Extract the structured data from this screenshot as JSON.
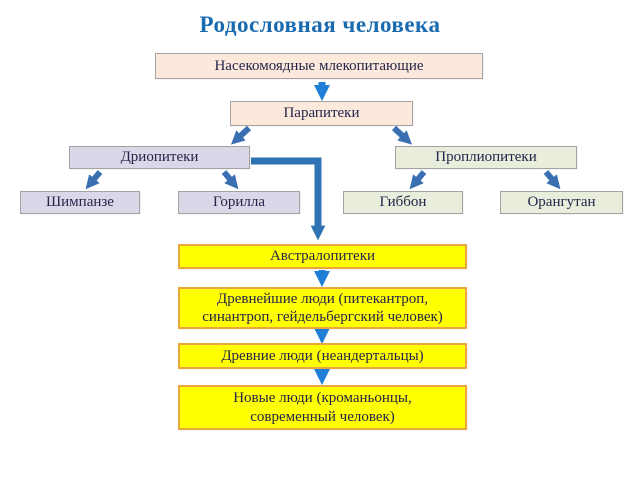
{
  "title": "Родословная человека",
  "colors": {
    "title_color": "#1a6ab0",
    "box_text": "#23254a",
    "peach_bg": "#fce9dc",
    "lavender_bg": "#dbd7e8",
    "green_bg": "#e9eedc",
    "yellow_bg": "#ffff00",
    "yellow_border": "#eca63e",
    "box_border": "#a3a3a3",
    "arrow_blue": "#1f7fd6",
    "arrow_steel": "#3a70b2",
    "connector": "#2e74b5"
  },
  "nodes": {
    "insectivores": "Насекомоядные млекопитающие",
    "parapithecus": "Парапитеки",
    "dryopithecus": "Дриопитеки",
    "propliopithecus": "Проплиопитеки",
    "chimpanzee": "Шимпанзе",
    "gorilla": "Горилла",
    "gibbon": "Гиббон",
    "orangutan": "Орангутан",
    "australopithecus": "Австралопитеки",
    "earliest_humans": {
      "line1": "Древнейшие люди (питекантроп,",
      "line2": "синантроп, гейдельбергский человек)"
    },
    "ancient_humans": "Древние люди (неандертальцы)",
    "modern_humans": {
      "line1": "Новые люди (кроманьонцы,",
      "line2": "современный человек)"
    }
  }
}
